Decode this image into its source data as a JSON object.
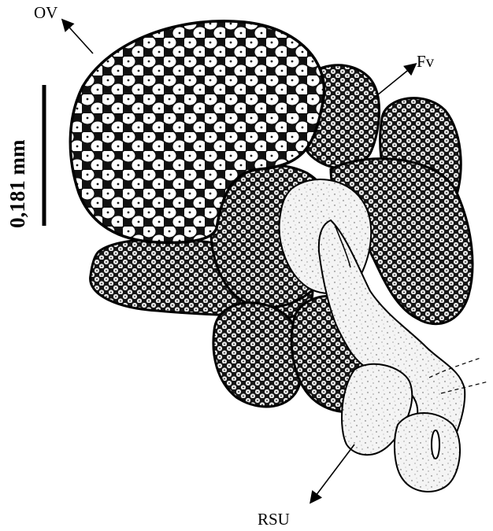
{
  "labels": {
    "ov": "OV",
    "fv": "Fv",
    "rsu": "RSU",
    "scale": "0,181 mm"
  },
  "colors": {
    "ink": "#000000",
    "lobe_fill": "#1a1a1a",
    "ovary_fill": "#ffffff",
    "rsu_fill": "#f2f2f2"
  }
}
